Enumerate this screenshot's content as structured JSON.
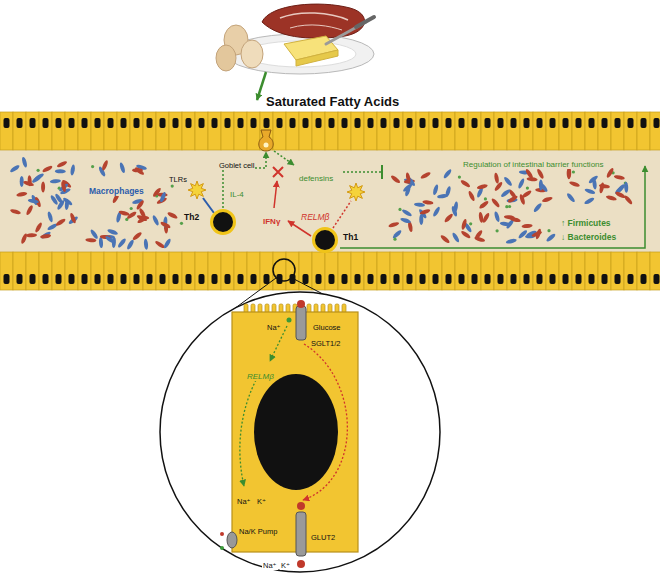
{
  "diagram": {
    "nodes": [
      {
        "text": [
          "Goblet cell"
        ]
      },
      {
        "text": [
          "Th2"
        ]
      },
      {
        "text": [
          "Th1"
        ]
      }
    ],
    "edges": [
      {
        "from": 1,
        "to": 0,
        "arrow": "to",
        "label": "IL-4"
      }
    ],
    "labels": [
      "Saturated Fatty Acids",
      "TLRs",
      "Macrophages",
      "defensins",
      "Regulation of intestinal barrier functions",
      "RELMβ",
      "IFNγ",
      "↑ Firmicutes",
      "↓ Bacteroides",
      "Na⁺",
      "Glucose",
      "SGLT1/2",
      "RELMβ",
      "Na⁺",
      "K⁺",
      "GLUT2",
      "Na/K Pump",
      "Na⁺",
      "K⁺"
    ]
  }
}
